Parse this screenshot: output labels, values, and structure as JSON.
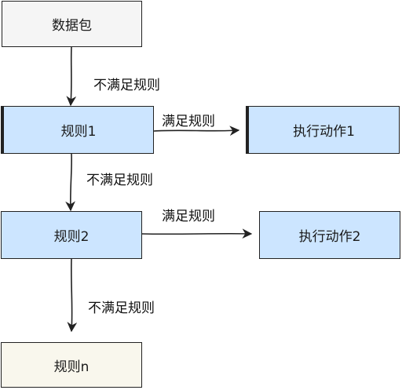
{
  "colors": {
    "packet_fill": "#f5f5f5",
    "rule_fill": "#cce5ff",
    "action_fill": "#cce5ff",
    "rule_n_fill": "#f9f7ed",
    "stroke": "#222222"
  },
  "nodes": {
    "packet": "数据包",
    "rule1": "规则1",
    "rule2": "规则2",
    "rulen": "规则n",
    "action1": "执行动作1",
    "action2": "执行动作2"
  },
  "edges": {
    "packet_to_rule1": "不满足规则",
    "rule1_to_rule2": "不满足规则",
    "rule2_to_rulen": "不满足规则",
    "rule1_to_action1": "满足规则",
    "rule2_to_action2": "满足规则"
  }
}
